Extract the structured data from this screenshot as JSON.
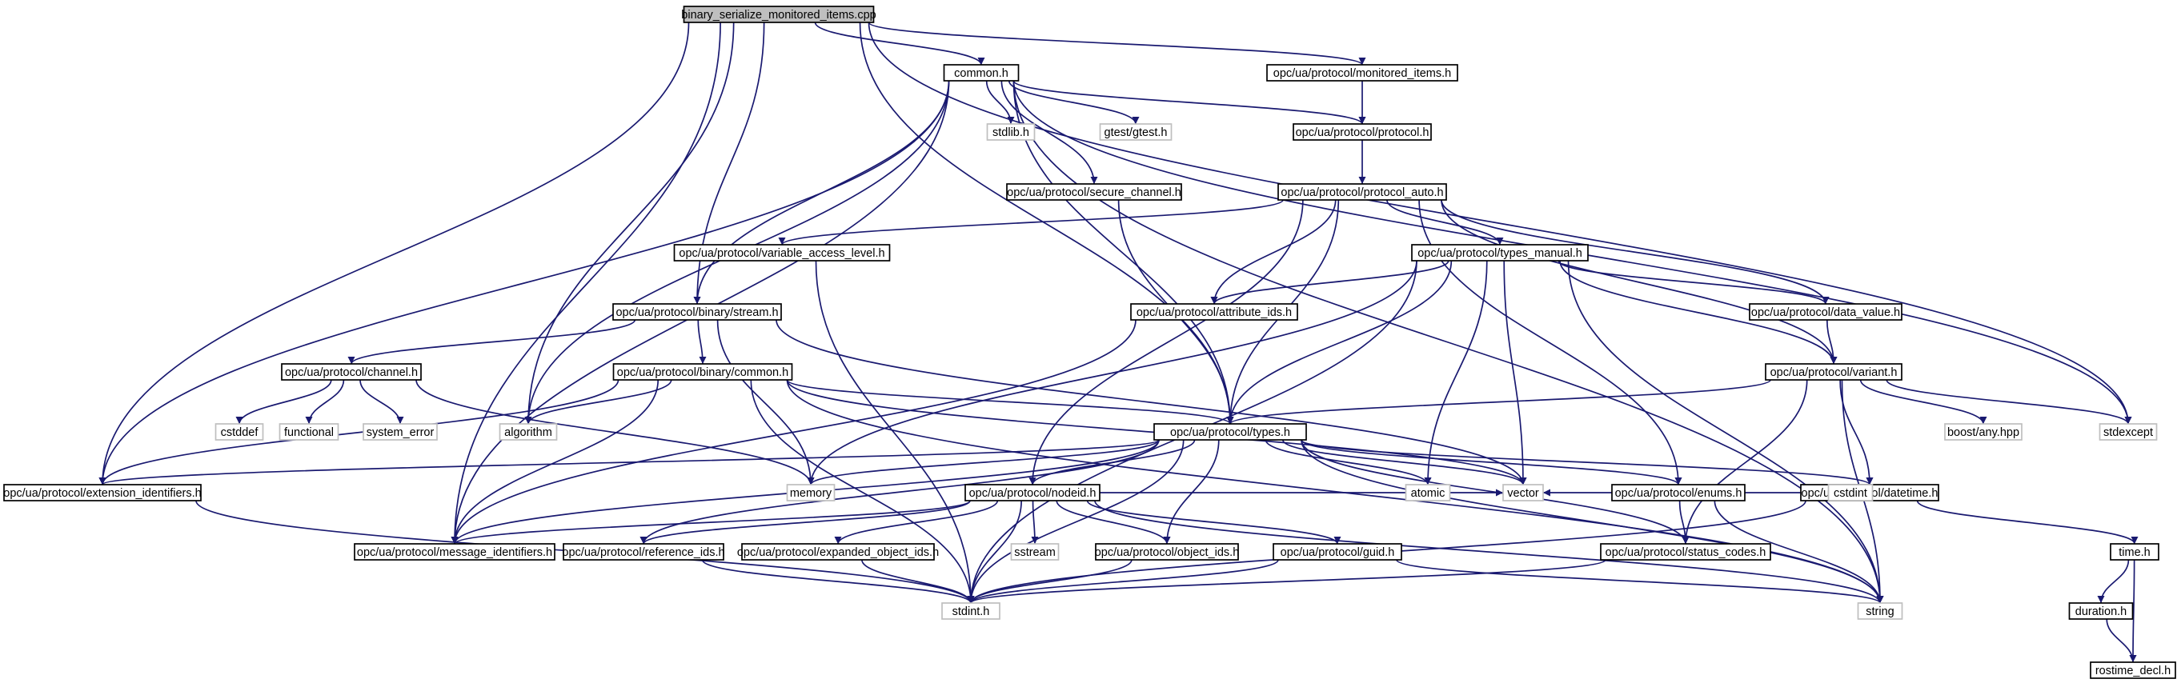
{
  "title": "",
  "colors": {
    "edge": "#191970",
    "node_border": "#000000",
    "external_border": "#bfbfbf",
    "root_fill": "#bfbfbf",
    "text": "#000000",
    "external_text": "#000000"
  },
  "nodes": [
    {
      "id": "root",
      "label": "binary_serialize_monitored_items.cpp",
      "kind": "root"
    },
    {
      "id": "common",
      "label": "common.h",
      "kind": "file"
    },
    {
      "id": "monitored_items",
      "label": "opc/ua/protocol/monitored_items.h",
      "kind": "file"
    },
    {
      "id": "stdlib",
      "label": "stdlib.h",
      "kind": "external"
    },
    {
      "id": "gtest",
      "label": "gtest/gtest.h",
      "kind": "external"
    },
    {
      "id": "protocol",
      "label": "opc/ua/protocol/protocol.h",
      "kind": "file"
    },
    {
      "id": "secure_channel",
      "label": "opc/ua/protocol/secure_channel.h",
      "kind": "file"
    },
    {
      "id": "protocol_auto",
      "label": "opc/ua/protocol/protocol_auto.h",
      "kind": "file"
    },
    {
      "id": "variable_access_level",
      "label": "opc/ua/protocol/variable_access_level.h",
      "kind": "file"
    },
    {
      "id": "types_manual",
      "label": "opc/ua/protocol/types_manual.h",
      "kind": "file"
    },
    {
      "id": "binary_stream",
      "label": "opc/ua/protocol/binary/stream.h",
      "kind": "file"
    },
    {
      "id": "attribute_ids",
      "label": "opc/ua/protocol/attribute_ids.h",
      "kind": "file"
    },
    {
      "id": "data_value",
      "label": "opc/ua/protocol/data_value.h",
      "kind": "file"
    },
    {
      "id": "channel",
      "label": "opc/ua/protocol/channel.h",
      "kind": "file"
    },
    {
      "id": "binary_common",
      "label": "opc/ua/protocol/binary/common.h",
      "kind": "file"
    },
    {
      "id": "variant",
      "label": "opc/ua/protocol/variant.h",
      "kind": "file"
    },
    {
      "id": "cstddef",
      "label": "cstddef",
      "kind": "external"
    },
    {
      "id": "functional",
      "label": "functional",
      "kind": "external"
    },
    {
      "id": "system_error",
      "label": "system_error",
      "kind": "external"
    },
    {
      "id": "algorithm",
      "label": "algorithm",
      "kind": "external"
    },
    {
      "id": "types",
      "label": "opc/ua/protocol/types.h",
      "kind": "file"
    },
    {
      "id": "boost_any",
      "label": "boost/any.hpp",
      "kind": "external"
    },
    {
      "id": "stdexcept",
      "label": "stdexcept",
      "kind": "external"
    },
    {
      "id": "extension_identifiers",
      "label": "opc/ua/protocol/extension_identifiers.h",
      "kind": "file"
    },
    {
      "id": "memory",
      "label": "memory",
      "kind": "external"
    },
    {
      "id": "nodeid",
      "label": "opc/ua/protocol/nodeid.h",
      "kind": "file"
    },
    {
      "id": "atomic",
      "label": "atomic",
      "kind": "external"
    },
    {
      "id": "enums",
      "label": "opc/ua/protocol/enums.h",
      "kind": "file"
    },
    {
      "id": "datetime",
      "label": "opc/ua/protocol/datetime.h",
      "kind": "file"
    },
    {
      "id": "time_h",
      "label": "time.h",
      "kind": "file"
    },
    {
      "id": "message_identifiers",
      "label": "opc/ua/protocol/message_identifiers.h",
      "kind": "file"
    },
    {
      "id": "reference_ids",
      "label": "opc/ua/protocol/reference_ids.h",
      "kind": "file"
    },
    {
      "id": "expanded_object_ids",
      "label": "opc/ua/protocol/expanded_object_ids.h",
      "kind": "file"
    },
    {
      "id": "sstream",
      "label": "sstream",
      "kind": "external"
    },
    {
      "id": "object_ids",
      "label": "opc/ua/protocol/object_ids.h",
      "kind": "file"
    },
    {
      "id": "guid",
      "label": "opc/ua/protocol/guid.h",
      "kind": "file"
    },
    {
      "id": "vector",
      "label": "vector",
      "kind": "external"
    },
    {
      "id": "status_codes",
      "label": "opc/ua/protocol/status_codes.h",
      "kind": "file"
    },
    {
      "id": "cstdint",
      "label": "cstdint",
      "kind": "external"
    },
    {
      "id": "duration",
      "label": "duration.h",
      "kind": "file"
    },
    {
      "id": "stdint",
      "label": "stdint.h",
      "kind": "external"
    },
    {
      "id": "string",
      "label": "string",
      "kind": "external"
    },
    {
      "id": "rostime_decl",
      "label": "rostime_decl.h",
      "kind": "file"
    }
  ],
  "edges": [
    [
      "root",
      "common"
    ],
    [
      "root",
      "monitored_items"
    ],
    [
      "root",
      "extension_identifiers"
    ],
    [
      "root",
      "algorithm"
    ],
    [
      "root",
      "message_identifiers"
    ],
    [
      "root",
      "binary_stream"
    ],
    [
      "root",
      "types"
    ],
    [
      "root",
      "stdexcept"
    ],
    [
      "common",
      "stdlib"
    ],
    [
      "common",
      "gtest"
    ],
    [
      "common",
      "protocol"
    ],
    [
      "common",
      "secure_channel"
    ],
    [
      "common",
      "binary_stream"
    ],
    [
      "common",
      "algorithm"
    ],
    [
      "common",
      "extension_identifiers"
    ],
    [
      "common",
      "message_identifiers"
    ],
    [
      "common",
      "types"
    ],
    [
      "common",
      "stdexcept"
    ],
    [
      "common",
      "string"
    ],
    [
      "monitored_items",
      "protocol"
    ],
    [
      "protocol",
      "protocol_auto"
    ],
    [
      "secure_channel",
      "types"
    ],
    [
      "protocol_auto",
      "variable_access_level"
    ],
    [
      "protocol_auto",
      "types_manual"
    ],
    [
      "protocol_auto",
      "attribute_ids"
    ],
    [
      "protocol_auto",
      "data_value"
    ],
    [
      "protocol_auto",
      "variant"
    ],
    [
      "protocol_auto",
      "types"
    ],
    [
      "protocol_auto",
      "nodeid"
    ],
    [
      "protocol_auto",
      "enums"
    ],
    [
      "variable_access_level",
      "stdint"
    ],
    [
      "types_manual",
      "attribute_ids"
    ],
    [
      "types_manual",
      "data_value"
    ],
    [
      "types_manual",
      "variant"
    ],
    [
      "types_manual",
      "types"
    ],
    [
      "types_manual",
      "memory"
    ],
    [
      "types_manual",
      "atomic"
    ],
    [
      "types_manual",
      "vector"
    ],
    [
      "types_manual",
      "stdint"
    ],
    [
      "types_manual",
      "string"
    ],
    [
      "binary_stream",
      "channel"
    ],
    [
      "binary_stream",
      "binary_common"
    ],
    [
      "binary_stream",
      "memory"
    ],
    [
      "binary_stream",
      "vector"
    ],
    [
      "attribute_ids",
      "message_identifiers"
    ],
    [
      "data_value",
      "variant"
    ],
    [
      "channel",
      "cstddef"
    ],
    [
      "channel",
      "functional"
    ],
    [
      "channel",
      "system_error"
    ],
    [
      "channel",
      "memory"
    ],
    [
      "binary_common",
      "algorithm"
    ],
    [
      "binary_common",
      "types"
    ],
    [
      "binary_common",
      "extension_identifiers"
    ],
    [
      "binary_common",
      "message_identifiers"
    ],
    [
      "binary_common",
      "stdint"
    ],
    [
      "binary_common",
      "vector"
    ],
    [
      "binary_common",
      "string"
    ],
    [
      "variant",
      "types"
    ],
    [
      "variant",
      "boost_any"
    ],
    [
      "variant",
      "stdexcept"
    ],
    [
      "variant",
      "datetime"
    ],
    [
      "variant",
      "status_codes"
    ],
    [
      "variant",
      "string"
    ],
    [
      "types",
      "extension_identifiers"
    ],
    [
      "types",
      "memory"
    ],
    [
      "types",
      "nodeid"
    ],
    [
      "types",
      "message_identifiers"
    ],
    [
      "types",
      "reference_ids"
    ],
    [
      "types",
      "object_ids"
    ],
    [
      "types",
      "atomic"
    ],
    [
      "types",
      "enums"
    ],
    [
      "types",
      "datetime"
    ],
    [
      "types",
      "vector"
    ],
    [
      "types",
      "status_codes"
    ],
    [
      "types",
      "stdint"
    ],
    [
      "types",
      "string"
    ],
    [
      "extension_identifiers",
      "stdint"
    ],
    [
      "nodeid",
      "message_identifiers"
    ],
    [
      "nodeid",
      "reference_ids"
    ],
    [
      "nodeid",
      "expanded_object_ids"
    ],
    [
      "nodeid",
      "sstream"
    ],
    [
      "nodeid",
      "object_ids"
    ],
    [
      "nodeid",
      "guid"
    ],
    [
      "nodeid",
      "vector"
    ],
    [
      "nodeid",
      "stdint"
    ],
    [
      "nodeid",
      "string"
    ],
    [
      "enums",
      "vector"
    ],
    [
      "enums",
      "status_codes"
    ],
    [
      "enums",
      "cstdint"
    ],
    [
      "enums",
      "string"
    ],
    [
      "datetime",
      "time_h"
    ],
    [
      "datetime",
      "stdint"
    ],
    [
      "time_h",
      "duration"
    ],
    [
      "time_h",
      "rostime_decl"
    ],
    [
      "duration",
      "rostime_decl"
    ],
    [
      "reference_ids",
      "stdint"
    ],
    [
      "expanded_object_ids",
      "stdint"
    ],
    [
      "object_ids",
      "stdint"
    ],
    [
      "guid",
      "stdint"
    ],
    [
      "guid",
      "string"
    ],
    [
      "status_codes",
      "stdint"
    ]
  ]
}
